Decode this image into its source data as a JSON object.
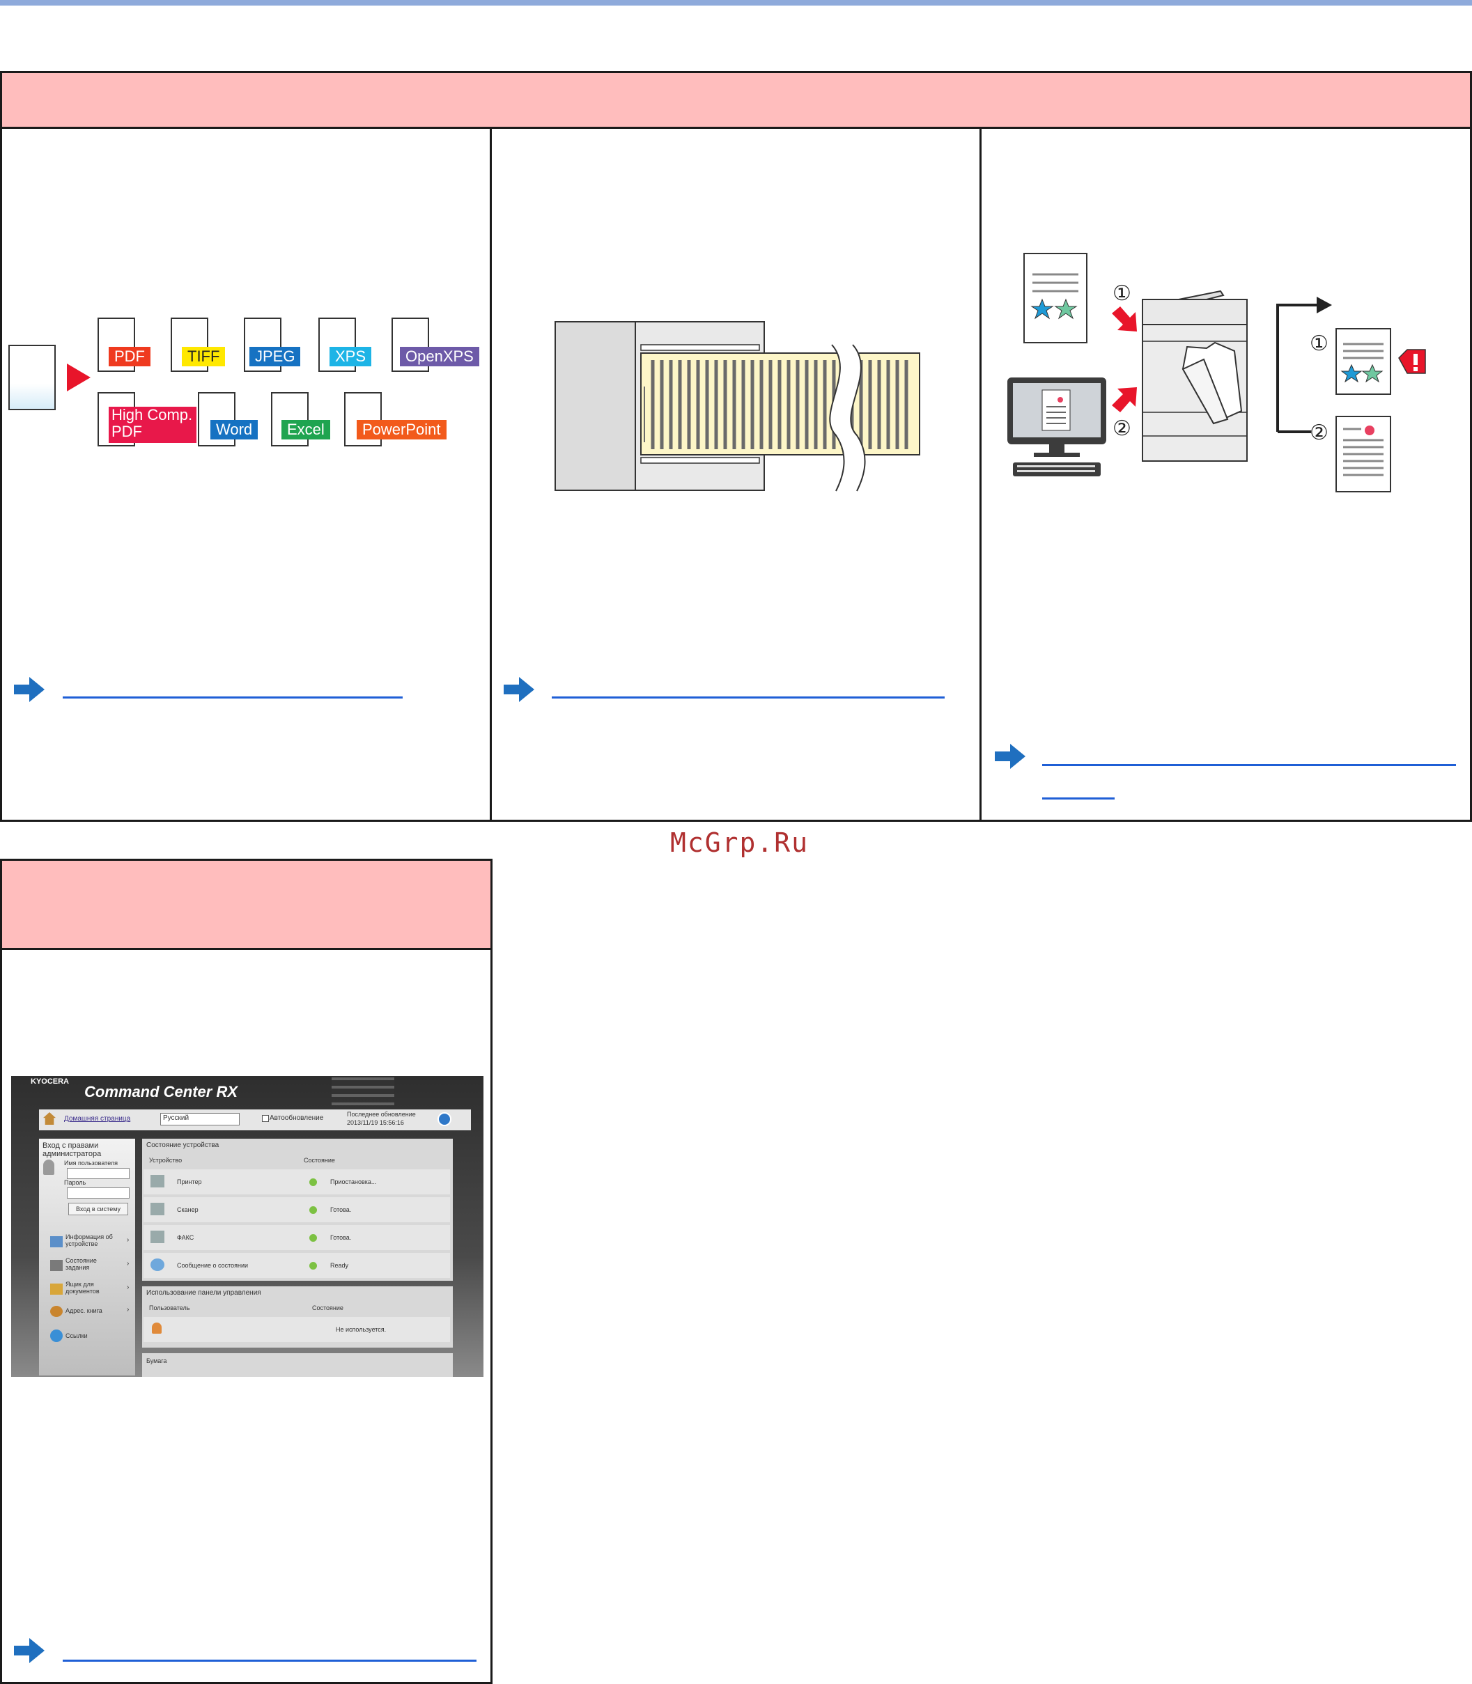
{
  "watermark": "McGrp.Ru",
  "formats": {
    "pdf": "PDF",
    "tiff": "TIFF",
    "jpeg": "JPEG",
    "xps": "XPS",
    "openxps": "OpenXPS",
    "hcpdf_1": "High Comp.",
    "hcpdf_2": "PDF",
    "word": "Word",
    "excel": "Excel",
    "powerpoint": "PowerPoint"
  },
  "colors": {
    "pdf": "#ef3a1f",
    "tiff": "#ffe800",
    "jpeg": "#1672c2",
    "xps": "#1db4e6",
    "openxps": "#6d5aa8",
    "hcpdf": "#e8184a",
    "word": "#1672c2",
    "excel": "#1fa450",
    "powerpoint": "#f25a1b",
    "header": "#ffbdbd",
    "link": "#1f5fd6",
    "arrow": "#1f6fbf"
  },
  "diagram": {
    "num1": "①",
    "num2": "②"
  },
  "command_center": {
    "brand": "KYOCERA",
    "title": "Command Center RX",
    "home": "Домашняя страница",
    "language": "Русский",
    "auto_refresh": "Автообновление",
    "last_update_label": "Последнее обновление",
    "last_update": "2013/11/19 15:56:16",
    "login_title_1": "Вход с правами",
    "login_title_2": "администратора",
    "user_label": "Имя пользователя",
    "password_label": "Пароль",
    "login_button": "Вход в систему",
    "nav": [
      {
        "l1": "Информация об",
        "l2": "устройстве"
      },
      {
        "l1": "Состояние",
        "l2": "задания"
      },
      {
        "l1": "Ящик для",
        "l2": "документов"
      },
      {
        "l1": "Адрес. книга",
        "l2": ""
      },
      {
        "l1": "Ссылки",
        "l2": ""
      }
    ],
    "device_status_title": "Состояние устройства",
    "col_device": "Устройство",
    "col_status": "Состояние",
    "devices": [
      {
        "name": "Принтер",
        "status": "Приостановка..."
      },
      {
        "name": "Сканер",
        "status": "Готова."
      },
      {
        "name": "ФАКС",
        "status": "Готова."
      },
      {
        "name": "Сообщение о состоянии",
        "status": "Ready"
      }
    ],
    "panel_usage_title": "Использование панели управления",
    "col_user": "Пользователь",
    "col_state": "Состояние",
    "panel_state": "Не используется.",
    "paper": "Бумага"
  }
}
